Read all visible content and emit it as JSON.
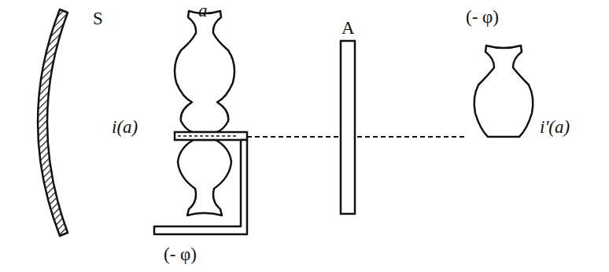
{
  "diagram": {
    "labels": [
      "S",
      "a",
      "i(a)",
      "(- φ)",
      "A",
      "(- φ)",
      "i'(a)"
    ]
  }
}
